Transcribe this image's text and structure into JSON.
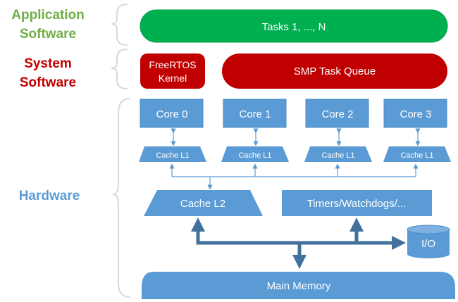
{
  "layers": {
    "application": {
      "line1": "Application",
      "line2": "Software",
      "color": "#70ad47"
    },
    "system": {
      "line1": "System",
      "line2": "Software",
      "color": "#c00000"
    },
    "hardware": {
      "label": "Hardware",
      "color": "#5b9bd5"
    }
  },
  "blocks": {
    "tasks": "Tasks 1, ..., N",
    "kernel_line1": "FreeRTOS",
    "kernel_line2": "Kernel",
    "queue": "SMP Task Queue",
    "cores": [
      "Core 0",
      "Core 1",
      "Core 2",
      "Core 3"
    ],
    "cache_l1": "Cache L1",
    "cache_l2": "Cache L2",
    "timers": "Timers/Watchdogs/...",
    "io": "I/O",
    "main_memory": "Main Memory"
  },
  "colors": {
    "green": "#00b050",
    "red": "#c00000",
    "blue": "#5b9bd5",
    "dark_blue": "#41719c",
    "bracket": "#d9d9d9"
  }
}
